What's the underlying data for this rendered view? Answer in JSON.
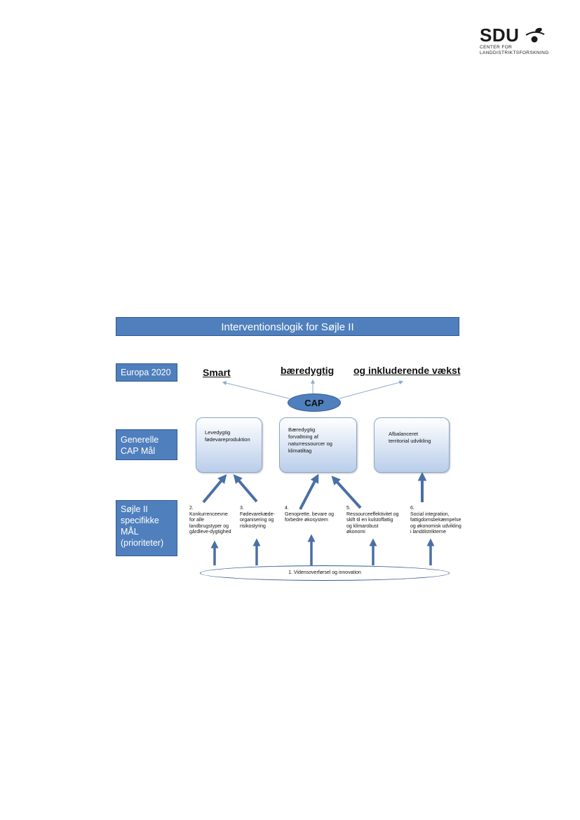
{
  "logo": {
    "word": "SDU",
    "sub_line1": "CENTER FOR",
    "sub_line2": "LANDDISTRIKTSFORSKNING"
  },
  "diagram": {
    "title": "Interventionslogik for Søjle II",
    "rows": {
      "europa": "Europa 2020",
      "generelle_line1": "Generelle",
      "generelle_line2": "CAP Mål",
      "sojle_line1": "Søjle II",
      "sojle_line2": "specifikke",
      "sojle_line3": "MÅL",
      "sojle_line4": "(prioriteter)"
    },
    "europa_words": {
      "smart": "Smart",
      "baeredygtig": "bæredygtig",
      "inkluderende": "og inkluderende vækst"
    },
    "cap": "CAP",
    "goals": [
      {
        "line1": "Levedygtig",
        "line2": "fødevareproduktion",
        "line3": "",
        "line4": ""
      },
      {
        "line1": "Bæredygtig",
        "line2": "forvaltning af",
        "line3": "naturressourcer og",
        "line4": "klimatiltag"
      },
      {
        "line1": "Afbalanceret",
        "line2": "territorial udvikling",
        "line3": "",
        "line4": ""
      }
    ],
    "priorities": [
      {
        "lines": [
          "2.",
          "Konkurrenceevne",
          "for alle",
          "landbrugstyper og",
          "gårdleve-dygtighed"
        ]
      },
      {
        "lines": [
          "3.",
          "Fødevarekæde-",
          "organisering og",
          "risikostyring"
        ]
      },
      {
        "lines": [
          "4.",
          "Genoprette, bevare og",
          "forbedre økosystem"
        ]
      },
      {
        "lines": [
          "5.",
          "Ressourceeffektivitet og",
          "skift til en kulstoffattig",
          "og klimarobust",
          "økonomi"
        ]
      },
      {
        "lines": [
          "6.",
          "Social integration,",
          "fattigdomsbekæmpelse",
          "og økonomisk udvikling",
          "i landdistrikterne"
        ]
      }
    ],
    "base": "1. Vidensoverførsel og innovation"
  },
  "colors": {
    "accent_blue": "#4f7fbd",
    "arrow_blue": "#4a6fa5"
  }
}
